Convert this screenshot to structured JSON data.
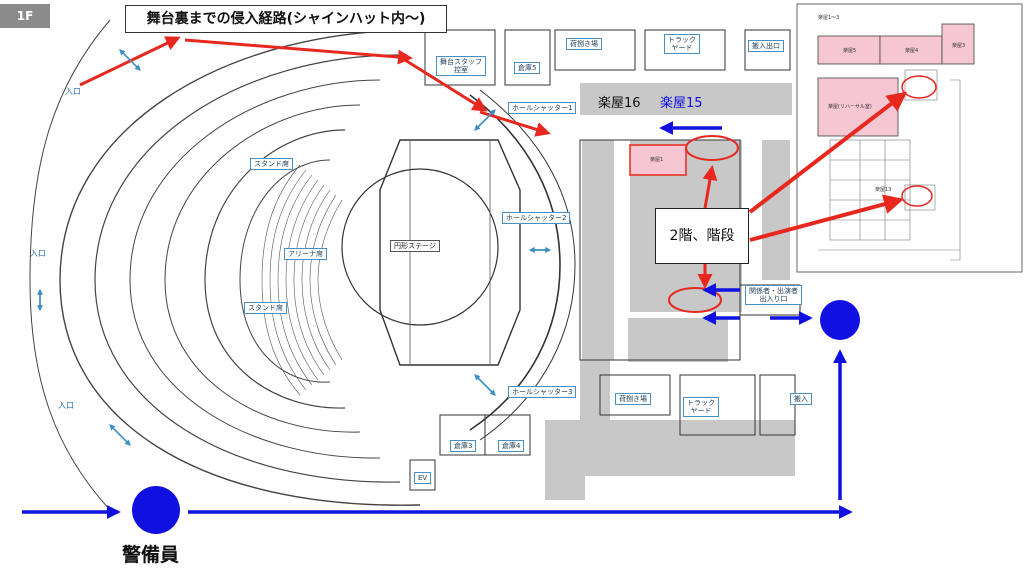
{
  "floor_badge": "1F",
  "route_title": "舞台裏までの侵入経路(シャインハット内〜)",
  "callout_text": "2階、階段",
  "guard_label": "警備員",
  "rooms": {
    "gakuya16": "楽屋16",
    "gakuya15": "楽屋15",
    "stage": "円形ステージ",
    "arena": "アリーナ席",
    "stand_top": "スタンド席",
    "stand_bottom": "スタンド席",
    "hall_shutter_1": "ホールシャッター1",
    "hall_shutter_2": "ホールシャッター2",
    "hall_shutter_3": "ホールシャッター3",
    "storage_5": "倉庫5",
    "storage_3": "倉庫3",
    "storage_4": "倉庫4",
    "stage_staff": "舞台スタッフ\n控室",
    "unloading_top": "荷捌き場",
    "unloading_bottom": "荷捌き場",
    "truck_yard_top": "トラック\nヤード",
    "truck_yard_bottom": "トラック\nヤード",
    "loading_exit": "搬入出口",
    "loading_bottom": "搬入",
    "staff_entrance": "関係者・出演者\n出入り口",
    "ev": "EV",
    "gakuya1": "楽屋1"
  },
  "entrances": {
    "a": "入口",
    "b": "入口",
    "c": "入口"
  },
  "inset": {
    "title": "楽屋1〜3",
    "room_a": "楽屋5",
    "room_b": "楽屋4",
    "room_c": "楽屋3",
    "room_d": "楽屋(リハーサル室)",
    "room_e": "楽屋13"
  },
  "colors": {
    "route_red": "#e8281e",
    "route_blue": "#1010e0",
    "room_pink": "#f6c6d2",
    "gray_area": "#c8c8c8"
  }
}
